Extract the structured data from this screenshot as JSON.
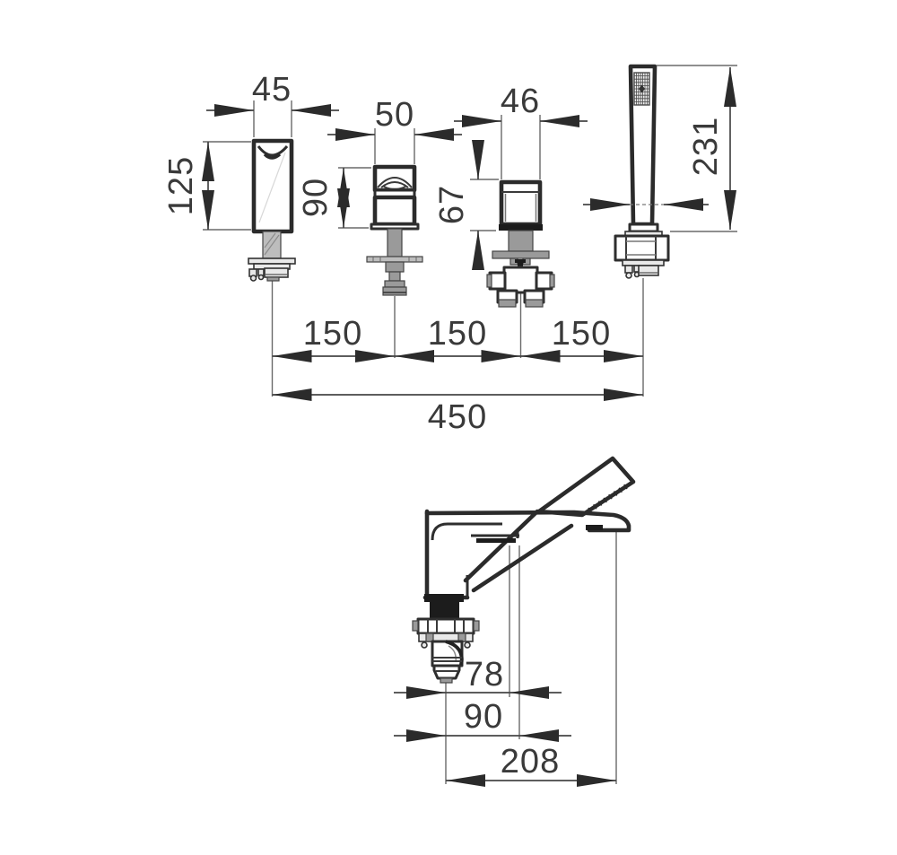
{
  "meta": {
    "title": "Bath mixer technical dimension drawing",
    "units": "mm",
    "line_color": "#2b2b2b",
    "background": "#ffffff"
  },
  "front_view": {
    "spout": {
      "width": "45",
      "height": "125"
    },
    "lever_handle": {
      "width": "50",
      "height": "90"
    },
    "valve_handle": {
      "width": "46",
      "height": "67"
    },
    "hand_shower": {
      "height": "231"
    },
    "spacing": {
      "s1": "150",
      "s2": "150",
      "s3": "150",
      "total": "450"
    }
  },
  "side_view": {
    "offsets": {
      "a": "78",
      "b": "90",
      "c": "208"
    }
  }
}
